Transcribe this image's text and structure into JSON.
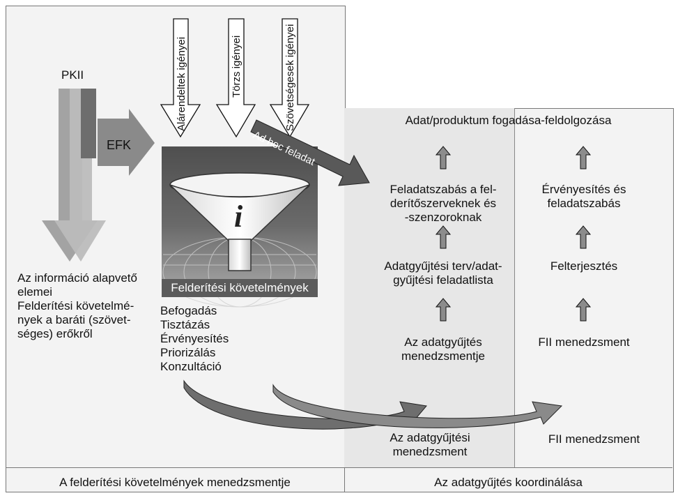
{
  "left_panel": {
    "pkii_label": "PKII",
    "efk_label": "EFK",
    "info_lines": [
      "Az információ alapvető",
      "elemei",
      "Felderítési követelmé-",
      "nyek a baráti (szövet-",
      "séges) erőkről"
    ],
    "requirements_label": "Felderítési követelmények",
    "steps": [
      "Befogadás",
      "Tisztázás",
      "Érvényesítés",
      "Priorizálás",
      "Konzultáció"
    ],
    "footer": "A felderítési követelmények menedzsmentje"
  },
  "input_arrows": [
    {
      "label": "Alárendeltek igényei"
    },
    {
      "label": "Törzs igényei"
    },
    {
      "label": "Szövetségesek igényei"
    }
  ],
  "adhoc_label": "Ad hoc feladat",
  "right_panel": {
    "top_label": "Adat/produktum fogadása-feldolgozása",
    "middle_col": {
      "box1": [
        "Feladatszabás a fel-",
        "derítőszerveknek és",
        "-szenzoroknak"
      ],
      "box2": [
        "Adatgyűjtési terv/adat-",
        "gyűjtési feladatlista"
      ],
      "box3": [
        "Az adatgyűjtés",
        "menedzsmentje"
      ],
      "bottom": [
        "Az adatgyűjtési",
        "menedzsment"
      ]
    },
    "right_col": {
      "box1": [
        "Érvényesítés és",
        "feladatszabás"
      ],
      "box2": [
        "Felterjesztés"
      ],
      "box3": [
        "FII menedzsment"
      ],
      "bottom": [
        "FII menedzsment"
      ]
    },
    "footer": "Az adatgyűjtés koordinálása"
  },
  "colors": {
    "panel_bg": "#f2f2f2",
    "column_bg": "#e6e6e6",
    "arrow_gray": "#8c8c8c",
    "dark_gray": "#555555"
  }
}
